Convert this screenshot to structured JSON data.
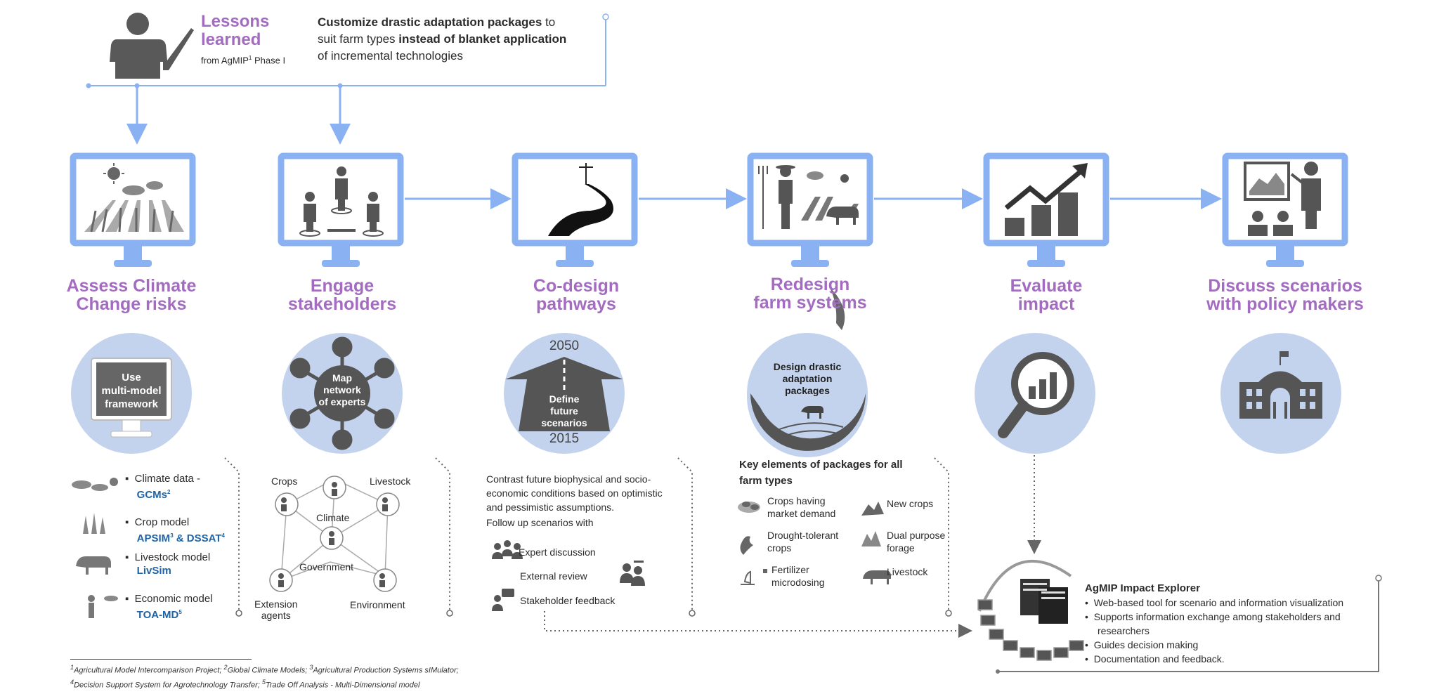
{
  "lessons": {
    "title_line1": "Lessons",
    "title_line2": "learned",
    "from": "from AgMIP",
    "from_sup": "1",
    "from_suffix": " Phase I",
    "text_b1": "Customize drastic adaptation packages",
    "text_1": " to",
    "text_2": "suit farm types ",
    "text_b2": "instead of blanket application",
    "text_3": "of incremental technologies"
  },
  "steps": [
    {
      "title1": "Assess Climate",
      "title2": "Change risks",
      "circle_text": [
        "Use",
        "multi-model",
        "framework"
      ]
    },
    {
      "title1": "Engage",
      "title2": "stakeholders",
      "circle_text": [
        "Map",
        "network",
        "of experts"
      ]
    },
    {
      "title1": "Co-design",
      "title2": "pathways",
      "circle_top": "2050",
      "circle_text": [
        "Define",
        "future",
        "scenarios"
      ],
      "circle_bottom": "2015"
    },
    {
      "title1": "Redesign",
      "title2": "farm systems",
      "circle_text": [
        "Design drastic",
        "adaptation",
        "packages"
      ]
    },
    {
      "title1": "Evaluate",
      "title2": "impact"
    },
    {
      "title1": "Discuss scenarios",
      "title2": "with policy makers"
    }
  ],
  "models": [
    {
      "label": "Climate data -",
      "name": "GCMs",
      "sup": "2"
    },
    {
      "label": "Crop model",
      "name": "APSIM",
      "sup": "3",
      "name2": " & DSSAT",
      "sup2": "4"
    },
    {
      "label": "Livestock model",
      "name": "LivSim"
    },
    {
      "label": "Economic model",
      "name": "TOA-MD",
      "sup": "5"
    }
  ],
  "network": {
    "crops": "Crops",
    "livestock": "Livestock",
    "climate": "Climate",
    "government": "Government",
    "extension1": "Extension",
    "extension2": "agents",
    "environment": "Environment"
  },
  "pathways": {
    "text1": "Contrast future biophysical and socio-",
    "text2": "economic conditions based on optimistic",
    "text3": "and pessimistic assumptions.",
    "followup": "Follow up scenarios with",
    "items": [
      "Expert discussion",
      "External review",
      "Stakeholder feedback"
    ]
  },
  "packages": {
    "title1": "Key elements of packages for all",
    "title2": "farm types",
    "items": [
      [
        "Crops having",
        "market demand"
      ],
      [
        "New crops"
      ],
      [
        "Drought-tolerant",
        "crops"
      ],
      [
        "Dual purpose",
        "forage"
      ],
      [
        "Fertilizer",
        "microdosing"
      ],
      [
        "Livestock"
      ]
    ]
  },
  "explorer": {
    "title": "AgMIP Impact Explorer",
    "bullets": [
      [
        "Web-based tool for scenario and information visualization"
      ],
      [
        "Supports information exchange among stakeholders and",
        "researchers"
      ],
      [
        "Guides decision making"
      ],
      [
        "Documentation and feedback."
      ]
    ]
  },
  "footnotes": {
    "line1": [
      {
        "sup": "1",
        "text": "Agricultural Model Intercomparison Project; "
      },
      {
        "sup": "2",
        "text": "Global Climate Models; "
      },
      {
        "sup": "3",
        "text": "Agricultural Production Systems sIMulator;"
      }
    ],
    "line2": [
      {
        "sup": "4",
        "text": "Decision Support System for Agrotechnology Transfer; "
      },
      {
        "sup": "5",
        "text": "Trade Off Analysis - Multi-Dimensional model"
      }
    ]
  },
  "colors": {
    "accent": "#a36cc0",
    "frame": "#8ab2f2",
    "circle": "#c3d3ee",
    "icon": "#595959",
    "link": "#1f64a6"
  }
}
